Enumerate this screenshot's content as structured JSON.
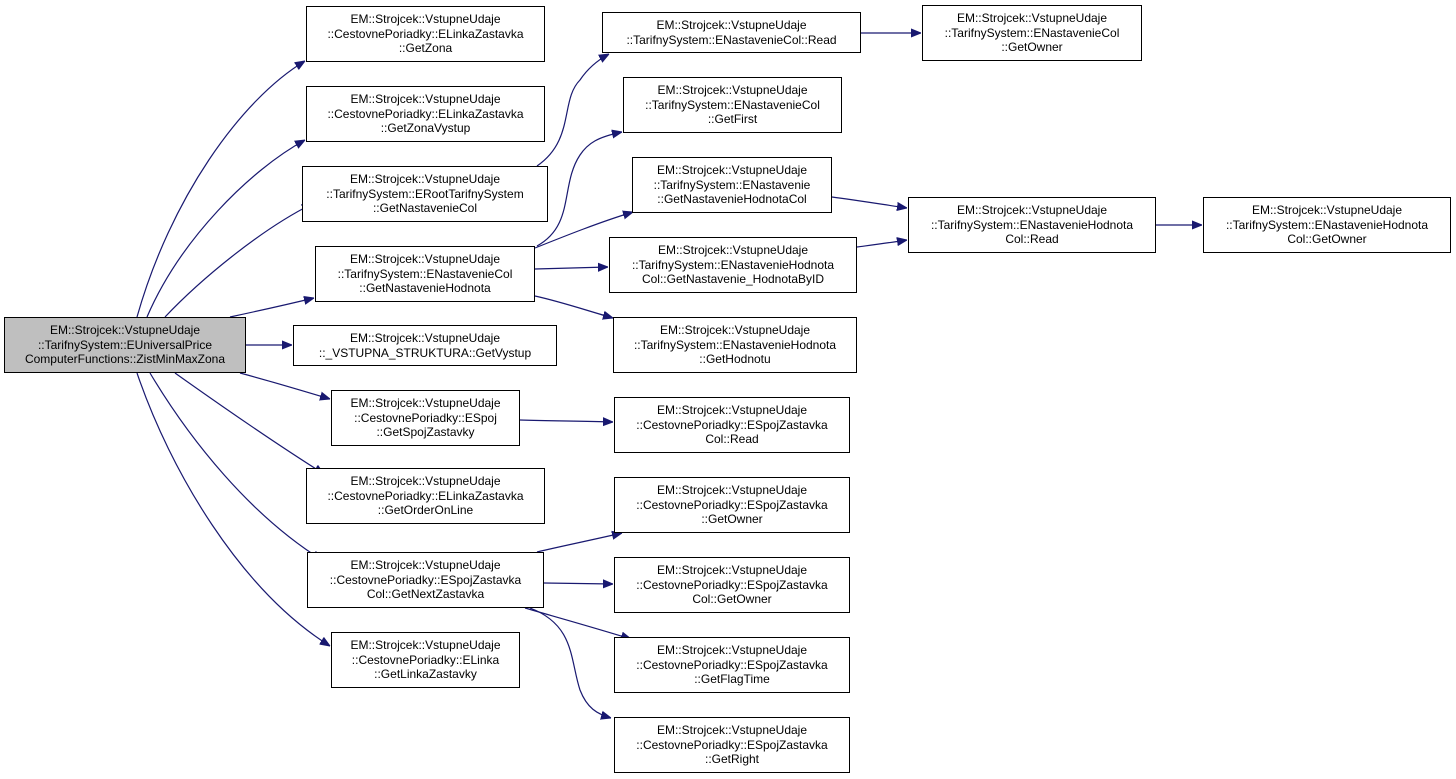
{
  "colors": {
    "edge": "#191970",
    "node_border": "#000000",
    "root_fill": "#bfbfbf",
    "node_fill": "#ffffff"
  },
  "nodes": {
    "root": [
      "EM::Strojcek::VstupneUdaje",
      "::TarifnySystem::EUniversalPrice",
      "ComputerFunctions::ZistMinMaxZona"
    ],
    "get_zona": [
      "EM::Strojcek::VstupneUdaje",
      "::CestovnePoriadky::ELinkaZastavka",
      "::GetZona"
    ],
    "get_zona_vystup": [
      "EM::Strojcek::VstupneUdaje",
      "::CestovnePoriadky::ELinkaZastavka",
      "::GetZonaVystup"
    ],
    "get_nastavenie_col": [
      "EM::Strojcek::VstupneUdaje",
      "::TarifnySystem::ERootTarifnySystem",
      "::GetNastavenieCol"
    ],
    "get_nastavenie_hodnota": [
      "EM::Strojcek::VstupneUdaje",
      "::TarifnySystem::ENastavenieCol",
      "::GetNastavenieHodnota"
    ],
    "get_vystup": [
      "EM::Strojcek::VstupneUdaje",
      "::_VSTUPNA_STRUKTURA::GetVystup"
    ],
    "get_spoj_zastavky": [
      "EM::Strojcek::VstupneUdaje",
      "::CestovnePoriadky::ESpoj",
      "::GetSpojZastavky"
    ],
    "get_order_on_line": [
      "EM::Strojcek::VstupneUdaje",
      "::CestovnePoriadky::ELinkaZastavka",
      "::GetOrderOnLine"
    ],
    "get_next_zastavka": [
      "EM::Strojcek::VstupneUdaje",
      "::CestovnePoriadky::ESpojZastavka",
      "Col::GetNextZastavka"
    ],
    "get_linka_zastavky": [
      "EM::Strojcek::VstupneUdaje",
      "::CestovnePoriadky::ELinka",
      "::GetLinkaZastavky"
    ],
    "nastavenie_col_read": [
      "EM::Strojcek::VstupneUdaje",
      "::TarifnySystem::ENastavenieCol::Read"
    ],
    "nastavenie_col_get_first": [
      "EM::Strojcek::VstupneUdaje",
      "::TarifnySystem::ENastavenieCol",
      "::GetFirst"
    ],
    "get_nastavenie_hodnota_col": [
      "EM::Strojcek::VstupneUdaje",
      "::TarifnySystem::ENastavenie",
      "::GetNastavenieHodnotaCol"
    ],
    "get_nastavenie_hodnota_by_id": [
      "EM::Strojcek::VstupneUdaje",
      "::TarifnySystem::ENastavenieHodnota",
      "Col::GetNastavenie_HodnotaByID"
    ],
    "get_hodnotu": [
      "EM::Strojcek::VstupneUdaje",
      "::TarifnySystem::ENastavenieHodnota",
      "::GetHodnotu"
    ],
    "spoj_zastavka_col_read": [
      "EM::Strojcek::VstupneUdaje",
      "::CestovnePoriadky::ESpojZastavka",
      "Col::Read"
    ],
    "spoj_zastavka_get_owner": [
      "EM::Strojcek::VstupneUdaje",
      "::CestovnePoriadky::ESpojZastavka",
      "::GetOwner"
    ],
    "spoj_zastavka_col_get_owner": [
      "EM::Strojcek::VstupneUdaje",
      "::CestovnePoriadky::ESpojZastavka",
      "Col::GetOwner"
    ],
    "get_flag_time": [
      "EM::Strojcek::VstupneUdaje",
      "::CestovnePoriadky::ESpojZastavka",
      "::GetFlagTime"
    ],
    "get_right": [
      "EM::Strojcek::VstupneUdaje",
      "::CestovnePoriadky::ESpojZastavka",
      "::GetRight"
    ],
    "nastavenie_col_get_owner": [
      "EM::Strojcek::VstupneUdaje",
      "::TarifnySystem::ENastavenieCol",
      "::GetOwner"
    ],
    "nastavenie_hodnota_col_read": [
      "EM::Strojcek::VstupneUdaje",
      "::TarifnySystem::ENastavenieHodnota",
      "Col::Read"
    ],
    "nastavenie_hodnota_col_get_owner": [
      "EM::Strojcek::VstupneUdaje",
      "::TarifnySystem::ENastavenieHodnota",
      "Col::GetOwner"
    ]
  },
  "edges": [
    [
      "root",
      "get_zona"
    ],
    [
      "root",
      "get_zona_vystup"
    ],
    [
      "root",
      "get_nastavenie_col"
    ],
    [
      "root",
      "get_nastavenie_hodnota"
    ],
    [
      "root",
      "get_vystup"
    ],
    [
      "root",
      "get_spoj_zastavky"
    ],
    [
      "root",
      "get_order_on_line"
    ],
    [
      "root",
      "get_next_zastavka"
    ],
    [
      "root",
      "get_linka_zastavky"
    ],
    [
      "get_nastavenie_col",
      "nastavenie_col_read"
    ],
    [
      "get_nastavenie_hodnota",
      "nastavenie_col_get_first"
    ],
    [
      "get_nastavenie_hodnota",
      "get_nastavenie_hodnota_col"
    ],
    [
      "get_nastavenie_hodnota",
      "get_nastavenie_hodnota_by_id"
    ],
    [
      "get_nastavenie_hodnota",
      "get_hodnotu"
    ],
    [
      "nastavenie_col_read",
      "nastavenie_col_get_owner"
    ],
    [
      "get_nastavenie_hodnota_col",
      "nastavenie_hodnota_col_read"
    ],
    [
      "get_nastavenie_hodnota_by_id",
      "nastavenie_hodnota_col_read"
    ],
    [
      "nastavenie_hodnota_col_read",
      "nastavenie_hodnota_col_get_owner"
    ],
    [
      "get_spoj_zastavky",
      "spoj_zastavka_col_read"
    ],
    [
      "get_next_zastavka",
      "spoj_zastavka_get_owner"
    ],
    [
      "get_next_zastavka",
      "spoj_zastavka_col_get_owner"
    ],
    [
      "get_next_zastavka",
      "get_flag_time"
    ],
    [
      "get_next_zastavka",
      "get_right"
    ]
  ]
}
